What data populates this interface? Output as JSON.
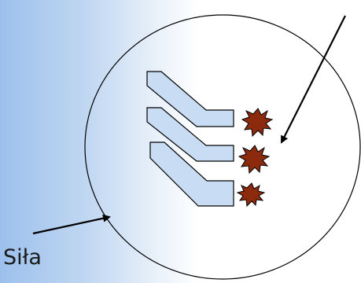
{
  "labels": {
    "force": "Siła"
  },
  "colors": {
    "background_left": "#9cc0ec",
    "background_right": "#ffffff",
    "circle_stroke": "#000000",
    "plate_fill": "#c8dcf4",
    "plate_stroke": "#000000",
    "starburst_fill": "#8b2a0c",
    "arrow": "#000000"
  },
  "diagram": {
    "plate_count": 3,
    "starburst_count": 3
  }
}
